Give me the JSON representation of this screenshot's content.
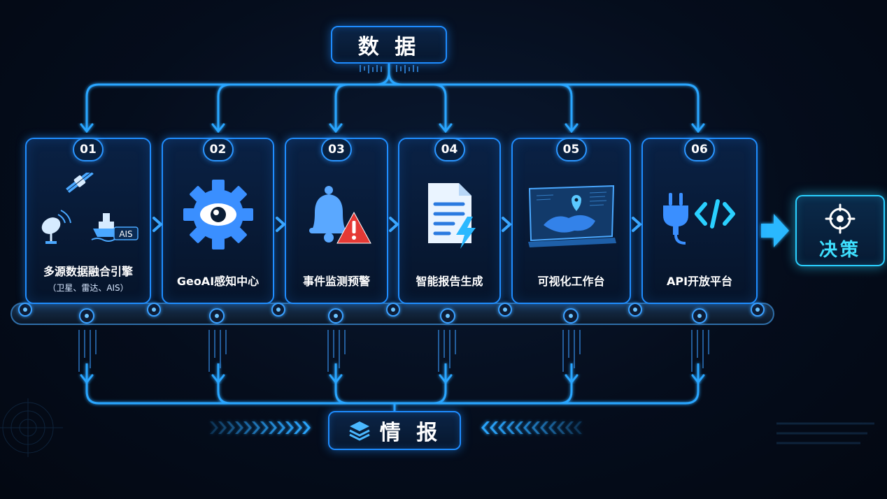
{
  "top_header": {
    "label": "数 据"
  },
  "bottom_header": {
    "label": "情 报"
  },
  "modules": [
    {
      "num": "01",
      "title": "多源数据融合引擎",
      "subtitle": "（卫星、雷达、AIS）",
      "icon": "satellite-radar-ship-icon",
      "icon_text": "AIS"
    },
    {
      "num": "02",
      "title": "GeoAI感知中心",
      "icon": "gear-eye-icon"
    },
    {
      "num": "03",
      "title": "事件监测预警",
      "icon": "bell-warning-icon"
    },
    {
      "num": "04",
      "title": "智能报告生成",
      "icon": "document-lightning-icon"
    },
    {
      "num": "05",
      "title": "可视化工作台",
      "icon": "map-dashboard-icon"
    },
    {
      "num": "06",
      "title": "API开放平台",
      "icon": "plug-code-icon"
    }
  ],
  "decision": {
    "label": "决策",
    "icon": "target-icon"
  },
  "colors": {
    "accent": "#1e8cff",
    "cyan": "#3ee0ff",
    "alert": "#e53935",
    "background": "#050d1c"
  }
}
